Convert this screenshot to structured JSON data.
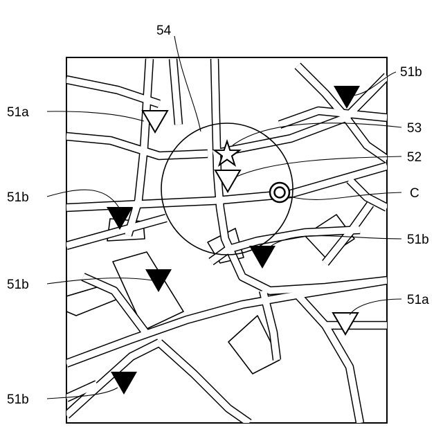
{
  "figure": {
    "labels": {
      "zone": "54",
      "star": "53",
      "selected": "52",
      "current": "C",
      "open_tl": "51a",
      "open_br": "51a",
      "filled_tr": "51b",
      "filled_l1": "51b",
      "filled_r2": "51b",
      "filled_l2": "51b",
      "filled_bl": "51b"
    },
    "marker_types": {
      "open_triangle": "triangle-down-outline-icon",
      "filled_triangle": "triangle-down-filled-icon",
      "star": "star-outline-icon",
      "current_position": "double-circle-icon"
    }
  }
}
